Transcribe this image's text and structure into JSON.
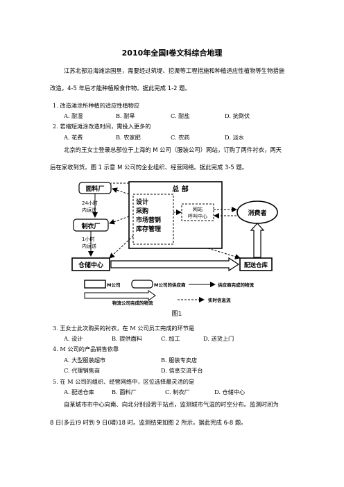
{
  "title": "2010年全国Ⅰ卷文科综合地理",
  "intro_1": {
    "line1": "江苏北部沿海滩涂围垦，需要经过筑堤、挖渠等工程措施和种植适应性植物等生物措施",
    "line2": "改造，4-5 年后才能种植粮食作物。据此完成 1-2 题。"
  },
  "questions_a": [
    {
      "stem": "1.  改造滩涂所种植的适应性植物应",
      "options": [
        "A. 耐湿",
        "B. 耐旱",
        "C. 耐盐",
        "D. 抗倒伏"
      ]
    },
    {
      "stem": "2. 若缩短滩涂改造时间，需投入更多的",
      "options": [
        "A. 花费",
        "B. 农家肥",
        "C. 农药",
        "D. 淡水"
      ]
    }
  ],
  "intro_2": {
    "line1": "北京的王女士登录总部位于上海的 M 公司（服装公司）网站，订购了两件衬衣，两天",
    "line2": "后在家收到货。图 1 示意 M 公司的企业组织、经营网络。据此完成 3-5 题。"
  },
  "diagram": {
    "fabric_factory": "面料厂",
    "transport_24h_line1": "24小时",
    "transport_24h_line2": "内运送",
    "garment_factory": "制衣厂",
    "transport_1h_line1": "1小时",
    "transport_1h_line2": "内运送",
    "warehouse_center": "仓储中心",
    "hq_title": "总  部",
    "hq_functions": [
      "设计",
      "采购",
      "市场营销",
      "库存管理"
    ],
    "web_center_line1": "网站",
    "web_center_line2": "呼叫中心",
    "consumer": "消费者",
    "distribution_warehouse": "配送仓库",
    "legend": {
      "m_company": "M公司",
      "m_supplier": "M公司的供应商",
      "supplier_logistics": "供应商完成的物流",
      "m_logistics": "物流公司完成的物流",
      "info_flow": "实时信息流"
    },
    "caption": "图1"
  },
  "questions_b": [
    {
      "stem": "3. 王女士此次购买的衬衣，在 M 公司员工完成的环节是",
      "options": [
        "A. 设计",
        "B. 提供面料",
        "C. 加工",
        "D. 送货上门"
      ]
    },
    {
      "stem": "4. M 公司的产品销售依靠",
      "options": [
        "A. 大型服装超市",
        "B. 服装专卖店",
        "C. 代理销售商",
        "D. 信息交流平台"
      ]
    },
    {
      "stem": "5. 在 M 公司的组织、经营网络中，区位选择最灵活的是",
      "options": [
        "A. 配送仓库",
        "B. 面料厂",
        "C. 制衣厂",
        "D. 仓储中心"
      ]
    }
  ],
  "intro_3": {
    "line1": "自某城市市中心向南、向北分别设若干站点，监测城市气温的时空分布。监测时间为",
    "line2": "8 日(多云)9 时到 9 日(晴)18 时。监测结果如图 2 所示。据此完成 6-8 题。"
  }
}
